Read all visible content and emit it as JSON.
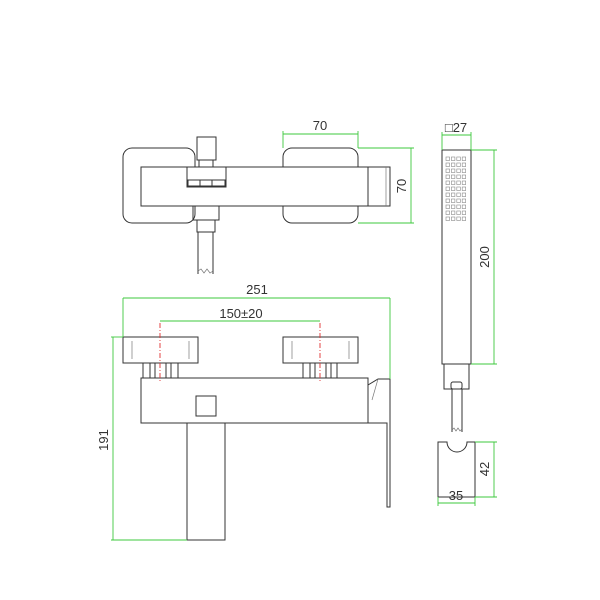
{
  "dimensions": {
    "top_width": "70",
    "top_depth": "70",
    "overall_width": "251",
    "centers": "150±20",
    "overall_height": "191",
    "shower_section": "□27",
    "shower_length": "200",
    "holder_height": "42",
    "holder_width": "35"
  },
  "colors": {
    "dimension": "#3ec83e",
    "centerline": "#e03030",
    "outline": "#333333"
  }
}
